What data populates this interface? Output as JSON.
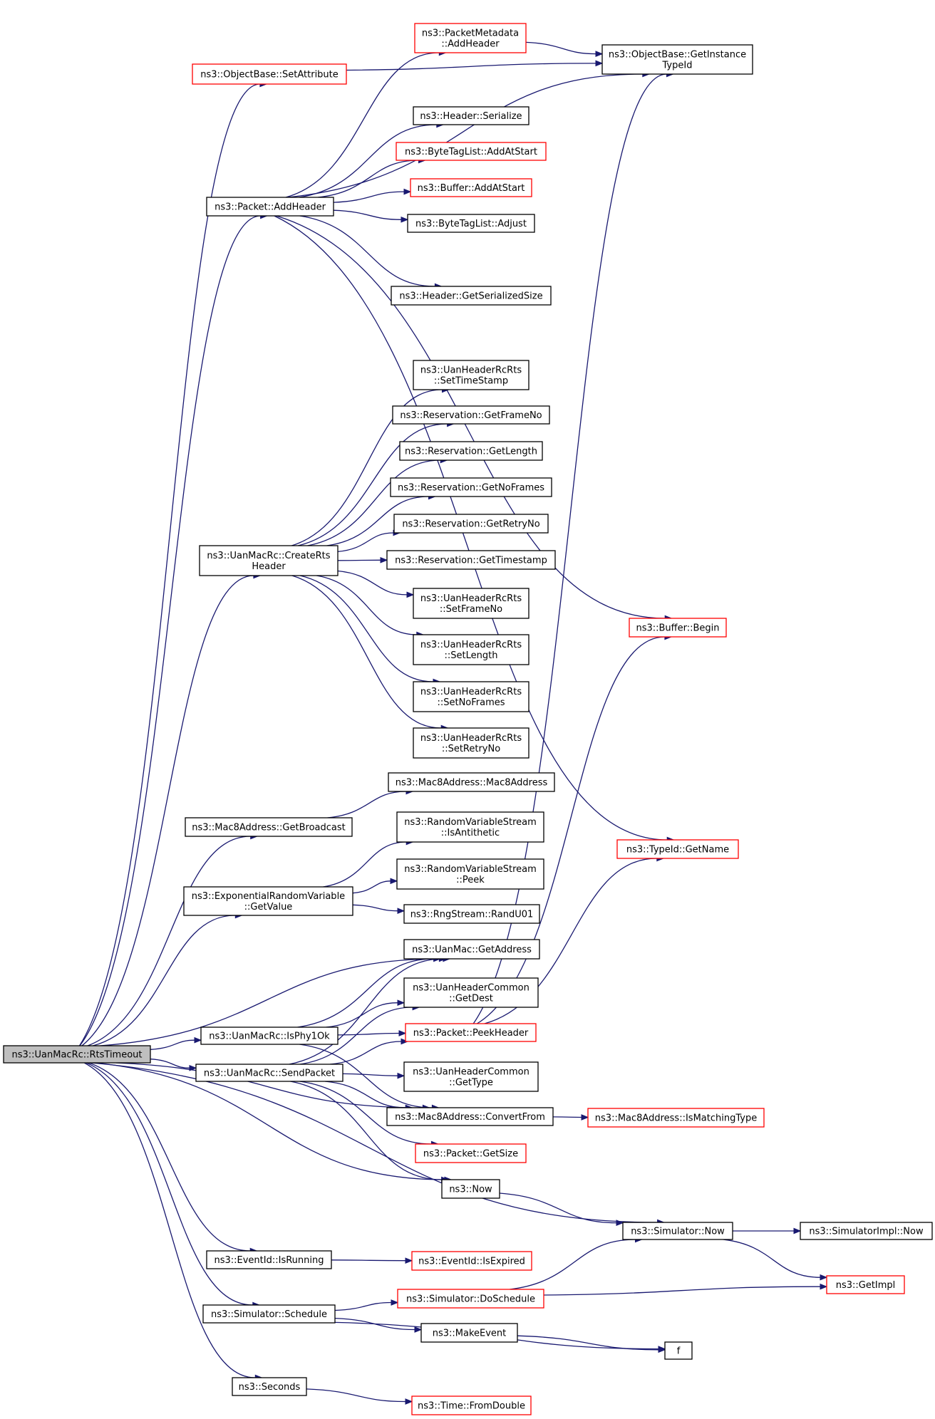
{
  "diagram": {
    "title": "",
    "colors": {
      "edge": "#191970",
      "root_fill": "#bfbfbf",
      "root_border": "#000000",
      "node_border": "#000000",
      "truncated_border": "#ff0000",
      "node_fill": "#ffffff"
    },
    "nodes": {
      "rtstimeout": {
        "lines": [
          "ns3::UanMacRc::RtsTimeout"
        ],
        "style": "root"
      },
      "setattribute": {
        "lines": [
          "ns3::ObjectBase::SetAttribute"
        ],
        "style": "truncated"
      },
      "pmaddheader": {
        "lines": [
          "ns3::PacketMetadata",
          "::AddHeader"
        ],
        "style": "truncated"
      },
      "getinstancetypeid": {
        "lines": [
          "ns3::ObjectBase::GetInstance",
          "TypeId"
        ],
        "style": "normal"
      },
      "hdrserialize": {
        "lines": [
          "ns3::Header::Serialize"
        ],
        "style": "normal"
      },
      "btladdatstart": {
        "lines": [
          "ns3::ByteTagList::AddAtStart"
        ],
        "style": "truncated"
      },
      "packetaddheader": {
        "lines": [
          "ns3::Packet::AddHeader"
        ],
        "style": "normal"
      },
      "bufaddatstart": {
        "lines": [
          "ns3::Buffer::AddAtStart"
        ],
        "style": "truncated"
      },
      "btladjust": {
        "lines": [
          "ns3::ByteTagList::Adjust"
        ],
        "style": "normal"
      },
      "hdrgetserializedsize": {
        "lines": [
          "ns3::Header::GetSerializedSize"
        ],
        "style": "normal"
      },
      "settimestamp": {
        "lines": [
          "ns3::UanHeaderRcRts",
          "::SetTimeStamp"
        ],
        "style": "normal"
      },
      "getframeno": {
        "lines": [
          "ns3::Reservation::GetFrameNo"
        ],
        "style": "normal"
      },
      "getlength": {
        "lines": [
          "ns3::Reservation::GetLength"
        ],
        "style": "normal"
      },
      "getnoframes": {
        "lines": [
          "ns3::Reservation::GetNoFrames"
        ],
        "style": "normal"
      },
      "getretryno": {
        "lines": [
          "ns3::Reservation::GetRetryNo"
        ],
        "style": "normal"
      },
      "createrts": {
        "lines": [
          "ns3::UanMacRc::CreateRts",
          "Header"
        ],
        "style": "normal"
      },
      "gettimestamp": {
        "lines": [
          "ns3::Reservation::GetTimestamp"
        ],
        "style": "normal"
      },
      "setframeno": {
        "lines": [
          "ns3::UanHeaderRcRts",
          "::SetFrameNo"
        ],
        "style": "normal"
      },
      "bufbegin": {
        "lines": [
          "ns3::Buffer::Begin"
        ],
        "style": "truncated"
      },
      "setlength": {
        "lines": [
          "ns3::UanHeaderRcRts",
          "::SetLength"
        ],
        "style": "normal"
      },
      "setnoframes": {
        "lines": [
          "ns3::UanHeaderRcRts",
          "::SetNoFrames"
        ],
        "style": "normal"
      },
      "setretryno": {
        "lines": [
          "ns3::UanHeaderRcRts",
          "::SetRetryNo"
        ],
        "style": "normal"
      },
      "mac8address": {
        "lines": [
          "ns3::Mac8Address::Mac8Address"
        ],
        "style": "normal"
      },
      "getbroadcast": {
        "lines": [
          "ns3::Mac8Address::GetBroadcast"
        ],
        "style": "normal"
      },
      "isantithetic": {
        "lines": [
          "ns3::RandomVariableStream",
          "::IsAntithetic"
        ],
        "style": "normal"
      },
      "typeidgetname": {
        "lines": [
          "ns3::TypeId::GetName"
        ],
        "style": "truncated"
      },
      "peek": {
        "lines": [
          "ns3::RandomVariableStream",
          "::Peek"
        ],
        "style": "normal"
      },
      "expgetvalue": {
        "lines": [
          "ns3::ExponentialRandomVariable",
          "::GetValue"
        ],
        "style": "normal"
      },
      "randu01": {
        "lines": [
          "ns3::RngStream::RandU01"
        ],
        "style": "normal"
      },
      "uanmacgetaddress": {
        "lines": [
          "ns3::UanMac::GetAddress"
        ],
        "style": "normal"
      },
      "getdest": {
        "lines": [
          "ns3::UanHeaderCommon",
          "::GetDest"
        ],
        "style": "normal"
      },
      "isphy1ok": {
        "lines": [
          "ns3::UanMacRc::IsPhy1Ok"
        ],
        "style": "normal"
      },
      "peekheader": {
        "lines": [
          "ns3::Packet::PeekHeader"
        ],
        "style": "truncated"
      },
      "sendpacket": {
        "lines": [
          "ns3::UanMacRc::SendPacket"
        ],
        "style": "normal"
      },
      "gettype": {
        "lines": [
          "ns3::UanHeaderCommon",
          "::GetType"
        ],
        "style": "normal"
      },
      "convertfrom": {
        "lines": [
          "ns3::Mac8Address::ConvertFrom"
        ],
        "style": "normal"
      },
      "ismatchingtype": {
        "lines": [
          "ns3::Mac8Address::IsMatchingType"
        ],
        "style": "truncated"
      },
      "packetgetsize": {
        "lines": [
          "ns3::Packet::GetSize"
        ],
        "style": "truncated"
      },
      "ns3now": {
        "lines": [
          "ns3::Now"
        ],
        "style": "normal"
      },
      "simnow": {
        "lines": [
          "ns3::Simulator::Now"
        ],
        "style": "normal"
      },
      "simimplnow": {
        "lines": [
          "ns3::SimulatorImpl::Now"
        ],
        "style": "normal"
      },
      "isrunning": {
        "lines": [
          "ns3::EventId::IsRunning"
        ],
        "style": "normal"
      },
      "isexpired": {
        "lines": [
          "ns3::EventId::IsExpired"
        ],
        "style": "truncated"
      },
      "getimpl": {
        "lines": [
          "ns3::GetImpl"
        ],
        "style": "truncated"
      },
      "doschedule": {
        "lines": [
          "ns3::Simulator::DoSchedule"
        ],
        "style": "truncated"
      },
      "simschedule": {
        "lines": [
          "ns3::Simulator::Schedule"
        ],
        "style": "normal"
      },
      "makeevent": {
        "lines": [
          "ns3::MakeEvent"
        ],
        "style": "normal"
      },
      "f": {
        "lines": [
          "f"
        ],
        "style": "normal"
      },
      "seconds": {
        "lines": [
          "ns3::Seconds"
        ],
        "style": "normal"
      },
      "fromdouble": {
        "lines": [
          "ns3::Time::FromDouble"
        ],
        "style": "truncated"
      }
    },
    "edges": [
      [
        "rtstimeout",
        "setattribute"
      ],
      [
        "rtstimeout",
        "packetaddheader"
      ],
      [
        "rtstimeout",
        "createrts"
      ],
      [
        "rtstimeout",
        "getbroadcast"
      ],
      [
        "rtstimeout",
        "expgetvalue"
      ],
      [
        "rtstimeout",
        "uanmacgetaddress"
      ],
      [
        "rtstimeout",
        "isphy1ok"
      ],
      [
        "rtstimeout",
        "sendpacket"
      ],
      [
        "rtstimeout",
        "convertfrom"
      ],
      [
        "rtstimeout",
        "ns3now"
      ],
      [
        "rtstimeout",
        "simnow"
      ],
      [
        "rtstimeout",
        "isrunning"
      ],
      [
        "rtstimeout",
        "simschedule"
      ],
      [
        "rtstimeout",
        "seconds"
      ],
      [
        "setattribute",
        "getinstancetypeid"
      ],
      [
        "packetaddheader",
        "pmaddheader"
      ],
      [
        "packetaddheader",
        "getinstancetypeid"
      ],
      [
        "packetaddheader",
        "hdrserialize"
      ],
      [
        "packetaddheader",
        "btladdatstart"
      ],
      [
        "packetaddheader",
        "bufaddatstart"
      ],
      [
        "packetaddheader",
        "btladjust"
      ],
      [
        "packetaddheader",
        "hdrgetserializedsize"
      ],
      [
        "packetaddheader",
        "bufbegin"
      ],
      [
        "packetaddheader",
        "typeidgetname"
      ],
      [
        "pmaddheader",
        "getinstancetypeid"
      ],
      [
        "createrts",
        "settimestamp"
      ],
      [
        "createrts",
        "getframeno"
      ],
      [
        "createrts",
        "getlength"
      ],
      [
        "createrts",
        "getnoframes"
      ],
      [
        "createrts",
        "getretryno"
      ],
      [
        "createrts",
        "gettimestamp"
      ],
      [
        "createrts",
        "setframeno"
      ],
      [
        "createrts",
        "setlength"
      ],
      [
        "createrts",
        "setnoframes"
      ],
      [
        "createrts",
        "setretryno"
      ],
      [
        "getbroadcast",
        "mac8address"
      ],
      [
        "expgetvalue",
        "isantithetic"
      ],
      [
        "expgetvalue",
        "peek"
      ],
      [
        "expgetvalue",
        "randu01"
      ],
      [
        "isphy1ok",
        "uanmacgetaddress"
      ],
      [
        "isphy1ok",
        "getdest"
      ],
      [
        "isphy1ok",
        "peekheader"
      ],
      [
        "isphy1ok",
        "convertfrom"
      ],
      [
        "sendpacket",
        "uanmacgetaddress"
      ],
      [
        "sendpacket",
        "getdest"
      ],
      [
        "sendpacket",
        "peekheader"
      ],
      [
        "sendpacket",
        "gettype"
      ],
      [
        "sendpacket",
        "convertfrom"
      ],
      [
        "sendpacket",
        "packetgetsize"
      ],
      [
        "sendpacket",
        "ns3now"
      ],
      [
        "peekheader",
        "getinstancetypeid"
      ],
      [
        "peekheader",
        "bufbegin"
      ],
      [
        "peekheader",
        "typeidgetname"
      ],
      [
        "convertfrom",
        "ismatchingtype"
      ],
      [
        "ns3now",
        "simnow"
      ],
      [
        "simnow",
        "simimplnow"
      ],
      [
        "simnow",
        "getimpl"
      ],
      [
        "isrunning",
        "isexpired"
      ],
      [
        "simschedule",
        "doschedule"
      ],
      [
        "simschedule",
        "makeevent"
      ],
      [
        "simschedule",
        "f"
      ],
      [
        "doschedule",
        "simnow"
      ],
      [
        "doschedule",
        "getimpl"
      ],
      [
        "makeevent",
        "f"
      ],
      [
        "seconds",
        "fromdouble"
      ]
    ]
  }
}
